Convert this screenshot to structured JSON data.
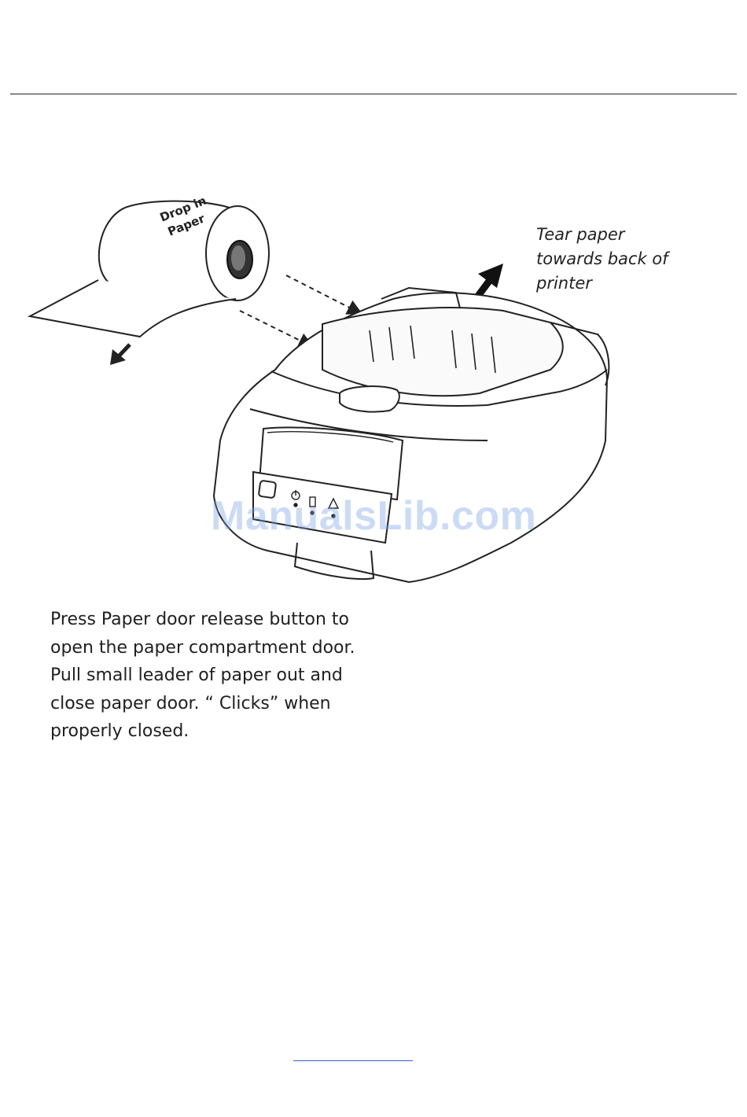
{
  "figure": {
    "roll_label_line1": "Drop in",
    "roll_label_line2": "Paper",
    "tear_label_lines": [
      "Tear paper",
      "towards back of",
      "printer"
    ],
    "panel_icons": [
      "power-icon",
      "battery-icon",
      "warning-icon"
    ]
  },
  "instructions": {
    "lines": [
      "Press Paper door release button to",
      "open the paper compartment door.",
      "Pull small leader of paper out and",
      "close paper door. “ Clicks” when",
      "properly closed."
    ]
  },
  "watermark": "ManualsLib.com",
  "colors": {
    "line_art": "#222222",
    "watermark": "#a8c0ec",
    "link": "#3a5bd0"
  }
}
